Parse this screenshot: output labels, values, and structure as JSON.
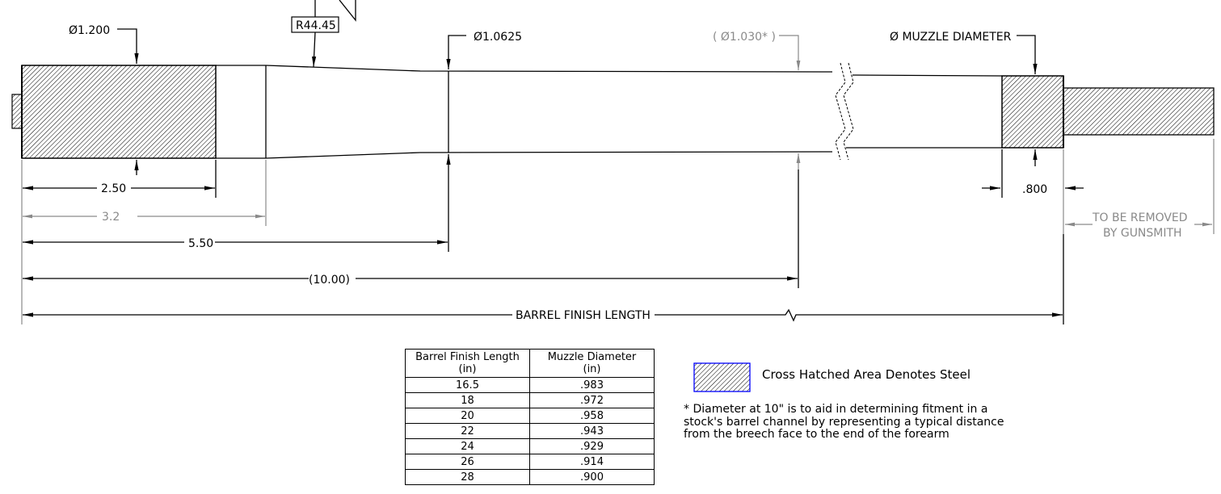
{
  "drawing": {
    "callouts": {
      "breech_diameter": "Ø1.200",
      "radius": "R44.45",
      "diameter_at_5_50": "Ø1.0625",
      "reference_diameter": "( Ø1.030* )",
      "muzzle_diameter": "Ø MUZZLE DIAMETER"
    },
    "dimensions": {
      "d_2_50": "2.50",
      "d_3_2": "3.2",
      "d_5_50": "5.50",
      "d_10_00": "(10.00)",
      "barrel_finish_length": "BARREL FINISH LENGTH",
      "muzzle_length": ".800",
      "to_be_removed_line1": "TO BE REMOVED",
      "to_be_removed_line2": "BY GUNSMITH"
    }
  },
  "table": {
    "headers": [
      {
        "line1": "Barrel Finish Length",
        "line2": "(in)"
      },
      {
        "line1": "Muzzle Diameter",
        "line2": "(in)"
      }
    ],
    "rows": [
      {
        "length": "16.5",
        "diameter": ".983"
      },
      {
        "length": "18",
        "diameter": ".972"
      },
      {
        "length": "20",
        "diameter": ".958"
      },
      {
        "length": "22",
        "diameter": ".943"
      },
      {
        "length": "24",
        "diameter": ".929"
      },
      {
        "length": "26",
        "diameter": ".914"
      },
      {
        "length": "28",
        "diameter": ".900"
      }
    ]
  },
  "legend": {
    "hatch_label": "Cross Hatched Area Denotes Steel",
    "hatch_border_color": "#0000ff"
  },
  "note": {
    "line1": "* Diameter at 10\" is to aid in determining fitment in a",
    "line2": "stock's barrel channel by representing a typical distance",
    "line3": "from the breech face to the end of the forearm"
  },
  "colors": {
    "line": "#000000",
    "reference": "#8a8a8a"
  }
}
